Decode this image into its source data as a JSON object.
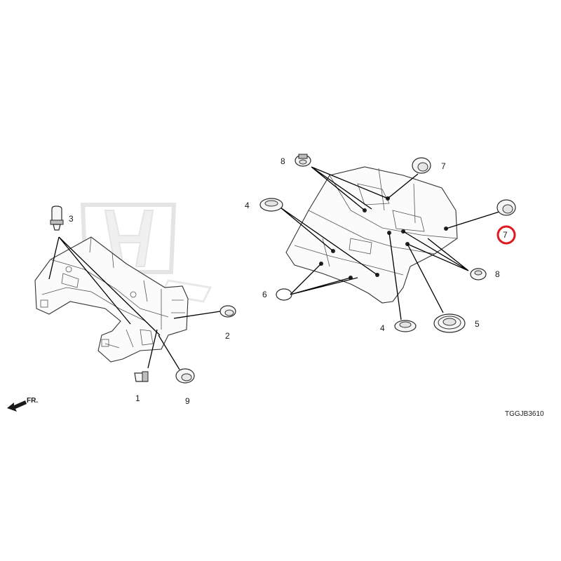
{
  "diagram": {
    "code": "TGGJB3610",
    "direction_label": "FR.",
    "highlight_color": "#e0191e",
    "watermark_color": "#cfcfcf",
    "callouts": [
      {
        "id": "c1",
        "number": "1",
        "part": "clip"
      },
      {
        "id": "c2",
        "number": "2",
        "part": "grommet"
      },
      {
        "id": "c3",
        "number": "3",
        "part": "plug"
      },
      {
        "id": "c4a",
        "number": "4",
        "part": "grommet"
      },
      {
        "id": "c4b",
        "number": "4",
        "part": "grommet"
      },
      {
        "id": "c5",
        "number": "5",
        "part": "grommet-large"
      },
      {
        "id": "c6",
        "number": "6",
        "part": "seal-ring"
      },
      {
        "id": "c7a",
        "number": "7",
        "part": "plug"
      },
      {
        "id": "c7b",
        "number": "7",
        "part": "plug",
        "highlighted": true
      },
      {
        "id": "c8a",
        "number": "8",
        "part": "grommet"
      },
      {
        "id": "c8b",
        "number": "8",
        "part": "grommet"
      },
      {
        "id": "c9",
        "number": "9",
        "part": "grommet"
      }
    ]
  }
}
